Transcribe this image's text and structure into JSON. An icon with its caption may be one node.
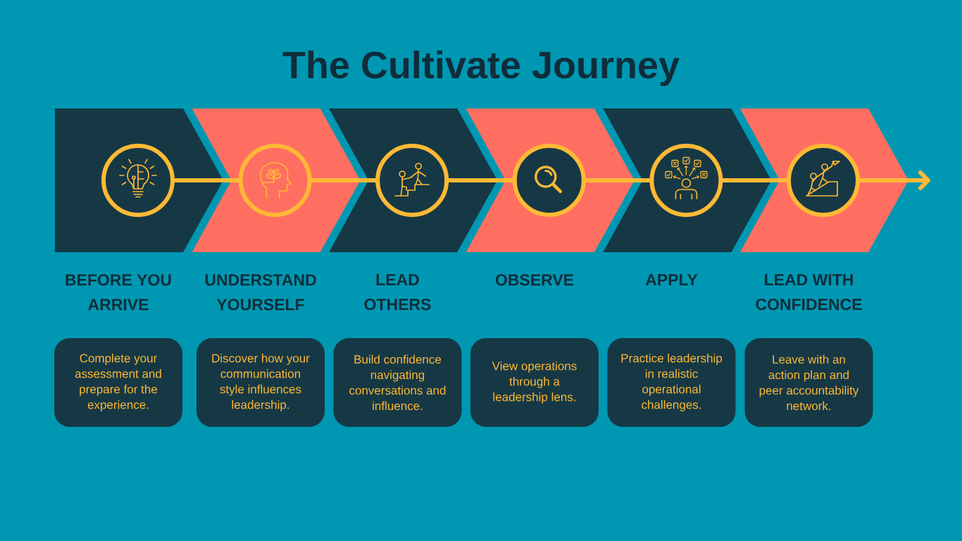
{
  "diagram": {
    "title": "The Cultivate Journey",
    "nodes": [
      {
        "text": [
          "BEFORE YOU ARRIVE"
        ]
      },
      {
        "text": [],
        "shape": "circle",
        "in": 0
      },
      {
        "text": [
          "UNDERSTAND YOURSELF"
        ]
      },
      {
        "text": [],
        "shape": "circle",
        "in": 2
      },
      {
        "text": [
          "LEAD OTHERS"
        ]
      },
      {
        "text": [],
        "shape": "circle",
        "in": 4
      },
      {
        "text": [
          "OBSERVE"
        ]
      },
      {
        "text": [],
        "shape": "circle",
        "in": 6
      },
      {
        "text": [
          "APPLY"
        ]
      },
      {
        "text": [],
        "shape": "circle",
        "in": 8
      },
      {
        "text": [
          "LEAD WITH CONFIDENCE"
        ]
      },
      {
        "text": [],
        "shape": "circle",
        "in": 10
      },
      {
        "text": [
          "Complete your assessment and prepare for the experience."
        ]
      },
      {
        "text": [
          "Discover how your communication style influences leadership."
        ]
      },
      {
        "text": [
          "Build confidence navigating conversations and influence."
        ]
      },
      {
        "text": [
          "View operations through a leadership lens."
        ]
      },
      {
        "text": [
          "Practice leadership in realistic operational challenges."
        ]
      },
      {
        "text": [
          "Leave with an action plan and peer accountability network."
        ]
      }
    ],
    "edges": [
      {
        "from": 1,
        "to": 3,
        "arrow": "none"
      },
      {
        "from": 3,
        "to": 5,
        "arrow": "none"
      },
      {
        "from": 5,
        "to": 7,
        "arrow": "none"
      },
      {
        "from": 7,
        "to": 9,
        "arrow": "none"
      },
      {
        "from": 9,
        "to": 11,
        "arrow": "none"
      },
      {
        "from": 11,
        "to": null,
        "arrow": "to"
      }
    ]
  }
}
